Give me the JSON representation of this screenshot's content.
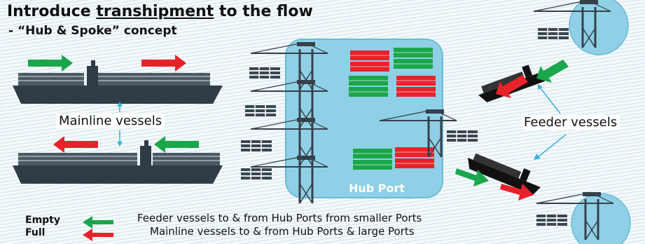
{
  "title": {
    "prefix": "Introduce ",
    "emphasis": "transhipment",
    "suffix": " to the flow"
  },
  "subtitle": "- “Hub & Spoke” concept",
  "labels": {
    "mainline": "Mainline vessels",
    "feeder": "Feeder vessels",
    "hub": "Hub Port"
  },
  "legend": {
    "empty": "Empty",
    "full": "Full"
  },
  "notes": {
    "line1": "Feeder vessels to & from Hub Ports from smaller Ports",
    "line2": "Mainline vessels to & from Hub Ports & large Ports"
  },
  "colors": {
    "empty": "#1aa64a",
    "full": "#e8222a",
    "hub": "#8fd0e6",
    "ship": "#2f3b45",
    "link": "#3fb2d8"
  }
}
